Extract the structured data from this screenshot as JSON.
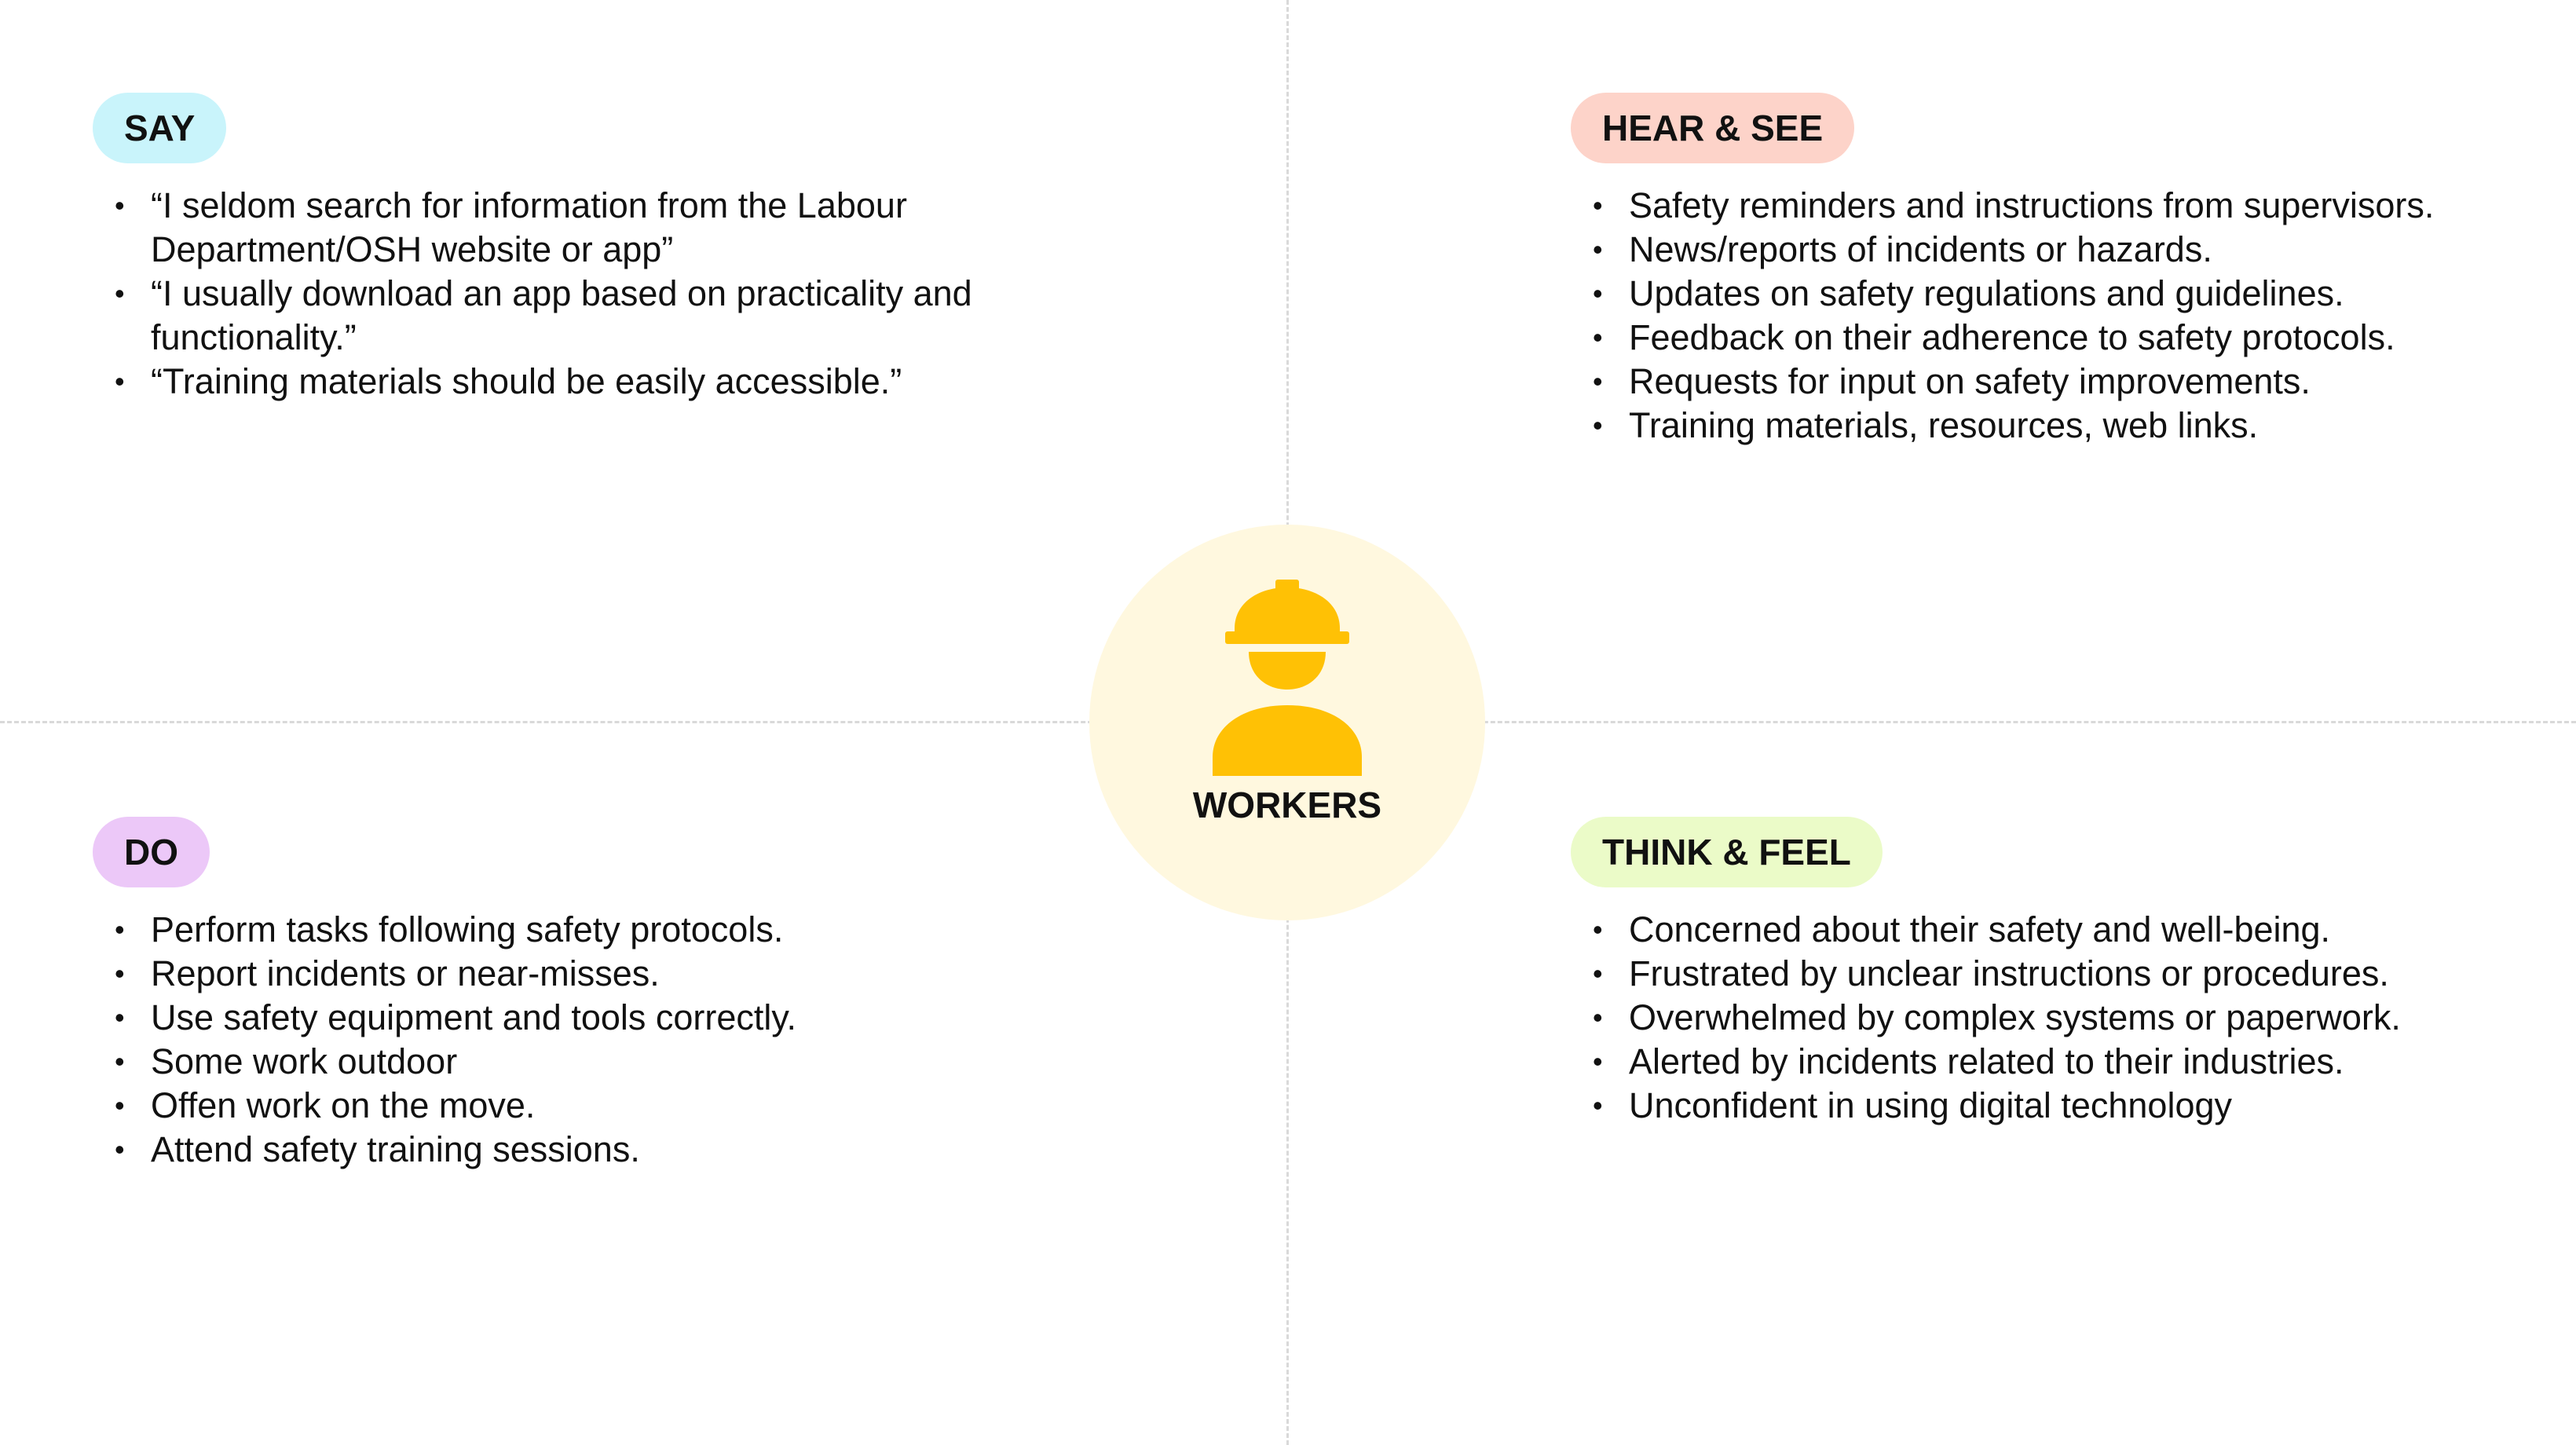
{
  "colors": {
    "say": "#c9f4fb",
    "hear_see": "#fdd3c9",
    "do": "#ecc8f8",
    "think_feel": "#ebfbc8",
    "center_circle": "#fff8df",
    "worker_icon": "#ffc105"
  },
  "center": {
    "label": "WORKERS",
    "icon": "construction-worker-icon"
  },
  "quadrants": {
    "say": {
      "title": "SAY",
      "items": [
        "“I seldom search for information from the Labour Department/OSH website or app”",
        "“I usually download an app based on practicality and functionality.”",
        "“Training materials should be easily accessible.”"
      ]
    },
    "hear_see": {
      "title": "HEAR & SEE",
      "items": [
        "Safety reminders and instructions from supervisors.",
        "News/reports of incidents or hazards.",
        "Updates on safety regulations and guidelines.",
        "Feedback on their adherence to safety protocols.",
        "Requests for input on safety improvements.",
        "Training materials, resources, web links."
      ]
    },
    "do": {
      "title": "DO",
      "items": [
        "Perform tasks following safety protocols.",
        "Report incidents or near-misses.",
        "Use safety equipment and tools correctly.",
        "Some work outdoor",
        "Offen work on the move.",
        "Attend safety training sessions."
      ]
    },
    "think_feel": {
      "title": "THINK & FEEL",
      "items": [
        "Concerned about their safety and well-being.",
        "Frustrated by unclear instructions or procedures.",
        "Overwhelmed by complex systems or paperwork.",
        "Alerted by incidents related to their industries.",
        "Unconfident in using digital technology"
      ]
    }
  }
}
